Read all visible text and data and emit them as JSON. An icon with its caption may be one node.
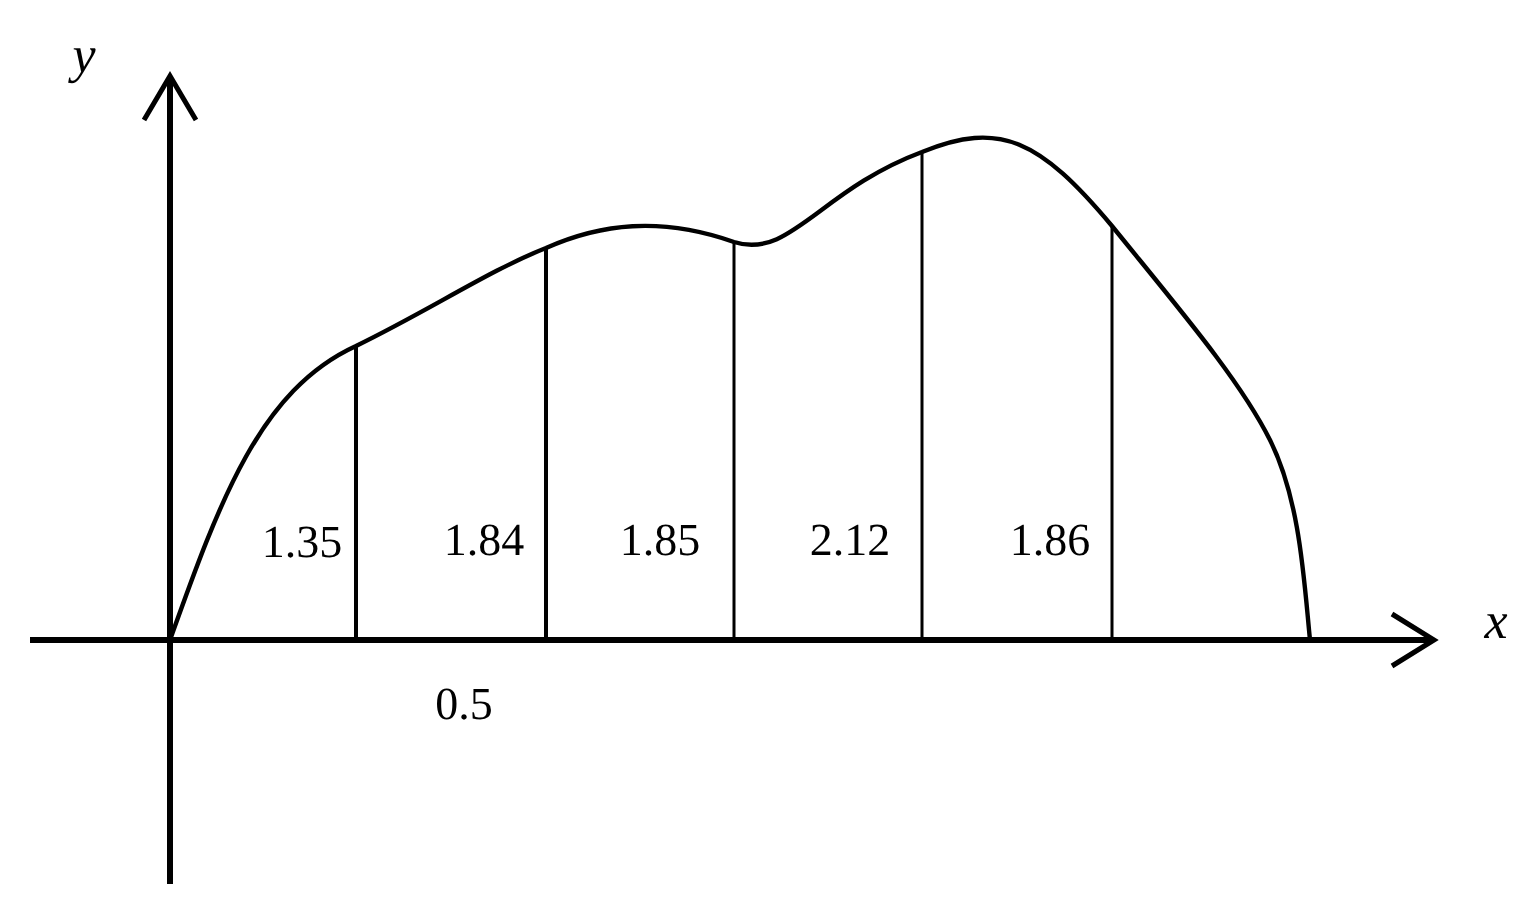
{
  "diagram": {
    "labels": [
      "y",
      "1.35",
      "1.84",
      "1.85",
      "2.12",
      "1.86",
      "x",
      "0.5"
    ]
  }
}
